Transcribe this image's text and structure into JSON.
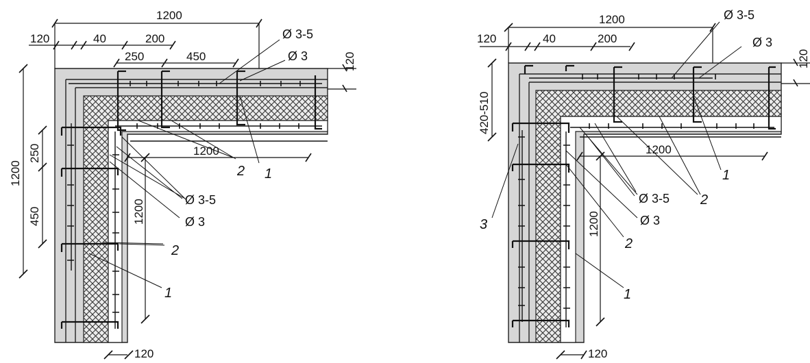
{
  "drawings": [
    {
      "id": "left",
      "dims": {
        "top_1200": "1200",
        "top_120": "120",
        "top_40": "40",
        "top_200": "200",
        "top_250": "250",
        "top_450": "450",
        "right_120": "120",
        "inner_1200": "1200",
        "left_1200": "1200",
        "left_250": "250",
        "left_450": "450",
        "mid_1200": "1200",
        "bottom_120": "120"
      },
      "labels": {
        "dia_35_top": "Ø 3-5",
        "dia_3_top": "Ø 3",
        "dia_35_mid": "Ø 3-5",
        "dia_3_mid": "Ø 3",
        "c1_top": "1",
        "c2_top": "2",
        "c2_mid": "2",
        "c1_bottom": "1"
      }
    },
    {
      "id": "right",
      "dims": {
        "top_1200": "1200",
        "top_120": "120",
        "top_40": "40",
        "top_200": "200",
        "right_120": "120",
        "left_420_510": "420-510",
        "inner_1200": "1200",
        "mid_1200": "1200",
        "bottom_120": "120"
      },
      "labels": {
        "dia_35_top": "Ø 3-5",
        "dia_3_top": "Ø 3",
        "dia_35_mid": "Ø 3-5",
        "dia_3_mid": "Ø 3",
        "c1_top": "1",
        "c2_top": "2",
        "c2_mid": "2",
        "c1_bottom": "1",
        "c3": "3"
      }
    }
  ],
  "colors": {
    "concrete": "#d6d6d6",
    "insulation_bg": "#ececec",
    "line": "#111111"
  }
}
